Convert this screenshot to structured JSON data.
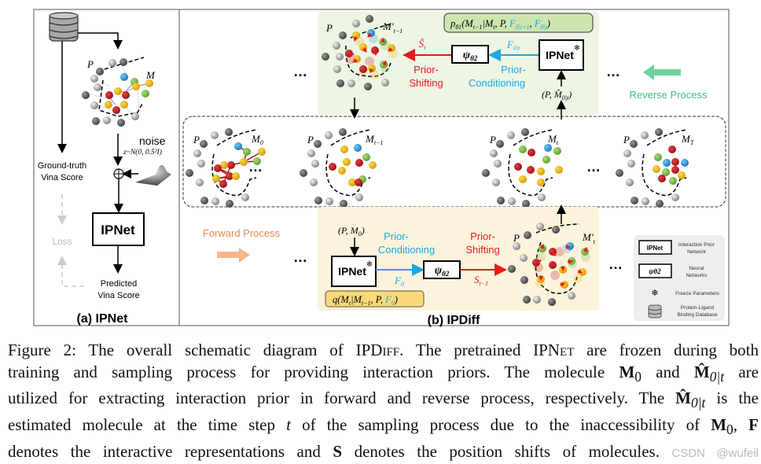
{
  "panel_a": {
    "title": "(a) IPNet",
    "protein_label": "P",
    "ligand_label": "M",
    "noise_label": "noise",
    "noise_formula": "z~N(0, 0.5²I)",
    "ground_truth_line1": "Ground-truth",
    "ground_truth_line2": "Vina Score",
    "loss_label": "Loss",
    "ipnet_box": "IPNet",
    "predicted_line1": "Predicted",
    "predicted_line2": "Vina Score",
    "plus_symbol": "+"
  },
  "panel_b": {
    "title": "(b) IPDiff",
    "reverse": {
      "formula_prefix": "p",
      "formula_sub": "θ1",
      "formula_main": "(M",
      "formula_part1": "t−1",
      "formula_part2": "|M",
      "formula_part3": "t",
      "formula_part4": ", P, ",
      "formula_f1": "F",
      "formula_f1_sub": "0|t+1",
      "formula_comma": ", ",
      "formula_f2": "F",
      "formula_f2_sub": "0|t",
      "formula_close": ")",
      "ipnet_box": "IPNet",
      "psi_box": "ψ",
      "psi_sub": "θ2",
      "f_label": "F",
      "f_sub": "0|t",
      "s_label": "Ŝ",
      "s_sub": "t",
      "prior_shifting_1": "Prior-",
      "prior_shifting_2": "Shifting",
      "prior_conditioning_1": "Prior-",
      "prior_conditioning_2": "Conditioning",
      "input_label": "(P, M̂",
      "input_sub": "0|t",
      "input_close": ")",
      "protein_label": "P",
      "ligand_label": "M'",
      "ligand_sub": "t−1",
      "process_label": "Reverse Process",
      "ellipsis_left": "…",
      "ellipsis_right": "…"
    },
    "states": [
      {
        "protein": "P",
        "ligand": "M",
        "sub": "0"
      },
      {
        "protein": "P",
        "ligand": "M",
        "sub": "t−1"
      },
      {
        "protein": "P",
        "ligand": "M",
        "sub": "t"
      },
      {
        "protein": "P",
        "ligand": "M",
        "sub": "T"
      }
    ],
    "state_ellipses": [
      "…",
      "…"
    ],
    "forward": {
      "process_label": "Forward Process",
      "input_label": "(P, M",
      "input_sub": "0",
      "input_close": ")",
      "ipnet_box": "IPNet",
      "psi_box": "ψ",
      "psi_sub": "θ2",
      "f_label": "F",
      "f_sub": "0",
      "s_label": "S",
      "s_sub": "t−1",
      "prior_conditioning_1": "Prior-",
      "prior_conditioning_2": "Conditioning",
      "prior_shifting_1": "Prior-",
      "prior_shifting_2": "Shifting",
      "formula_main": "q(M",
      "formula_sub1": "t",
      "formula_mid": "|M",
      "formula_sub2": "t−1",
      "formula_rest": ", P, ",
      "formula_f": "F",
      "formula_f_sub": "0",
      "formula_close": ")",
      "protein_label": "P",
      "ligand_label": "M'",
      "ligand_sub": "t",
      "ellipsis_left": "…",
      "ellipsis_right": "…"
    },
    "legend": [
      {
        "symbol": "IPNet",
        "line1": "Interaction Prior",
        "line2": "Network"
      },
      {
        "symbol": "ψθ2",
        "line1": "Neural",
        "line2": "Networks"
      },
      {
        "symbol": "snowflake",
        "line1": "Freeze Parameters",
        "line2": ""
      },
      {
        "symbol": "database",
        "line1": "Protein-Ligand",
        "line2": "Binding Database"
      }
    ]
  },
  "colors": {
    "reverse_bg": "#eef5e4",
    "forward_bg": "#fcf3dc",
    "formula_green": "#cde6b0",
    "formula_yellow": "#fbd97a",
    "red": "#e8191c",
    "cyan": "#1ea7e1",
    "green_text": "#3cbf82",
    "green_arrow": "#6fd3a0",
    "orange_text": "#e88a4a",
    "orange_arrow": "#f2b68c",
    "atom_red": "#c0151c",
    "atom_yellow": "#f2b90f",
    "atom_green": "#7cbf4a",
    "atom_blue": "#2a9ee0"
  },
  "caption": {
    "line1_a": "Figure 2: The overall schematic diagram of IPD",
    "line1_b": "iff",
    "line1_c": ". The pretrained IPN",
    "line1_d": "et",
    "line1_e": " are frozen during both",
    "line2": "training and sampling process for providing interaction priors.  The molecule ",
    "line2_m0": "M",
    "line2_m0_sub": "0",
    "line2_and": " and ",
    "line2_m": "M̂",
    "line2_m_sub": "0|t",
    "line2_end": " are",
    "line3": "utilized for extracting interaction prior in forward and reverse process, respectively. The ",
    "line3_m": "M̂",
    "line3_m_sub": "0|t",
    "line3_end": " is the",
    "line4_a": "estimated molecule at the time step ",
    "line4_t": "t",
    "line4_b": " of the sampling process due to the inaccessibility of ",
    "line4_m": "M",
    "line4_m_sub": "0",
    "line4_c": ", ",
    "line4_f": "F",
    "line5_a": "denotes the interactive representations and ",
    "line5_s": "S",
    "line5_b": " denotes the position shifts of molecules.",
    "watermark": "CSDN @wufeil"
  }
}
